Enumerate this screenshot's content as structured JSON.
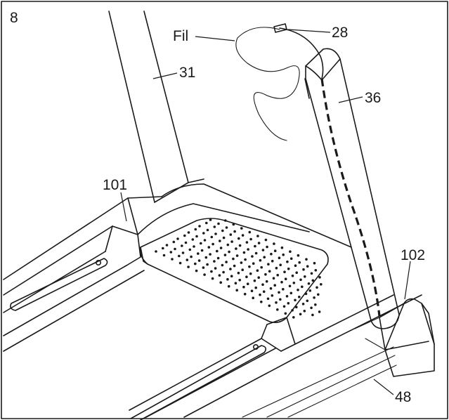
{
  "figure": {
    "step_number": "8",
    "labels": {
      "wire": "Fil",
      "part_28": "28",
      "part_31": "31",
      "part_36": "36",
      "part_101": "101",
      "part_102": "102",
      "part_48": "48"
    }
  },
  "colors": {
    "ink": "#1a1a1a",
    "background": "#ffffff"
  }
}
